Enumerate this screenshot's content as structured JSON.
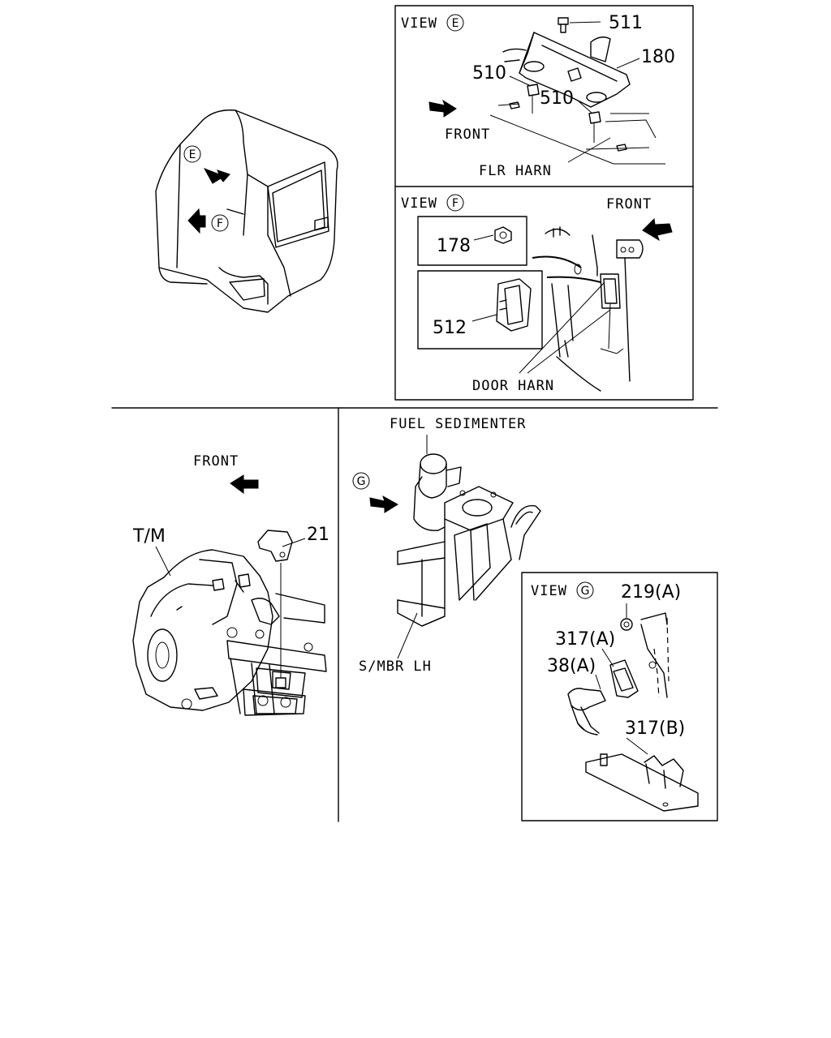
{
  "view_e": {
    "title": "VIEW",
    "letter": "E",
    "front_label": "FRONT",
    "harness_label": "FLR HARN",
    "part_511": "511",
    "part_180": "180",
    "part_510_a": "510",
    "part_510_b": "510"
  },
  "view_f": {
    "title": "VIEW",
    "letter": "F",
    "front_label": "FRONT",
    "harness_label": "DOOR HARN",
    "part_178": "178",
    "part_512": "512"
  },
  "cab": {
    "marker_e": "E",
    "marker_f": "F"
  },
  "transmission": {
    "front_label": "FRONT",
    "tm_label": "T/M",
    "part_21": "21"
  },
  "fuel": {
    "title": "FUEL SEDIMENTER",
    "marker_g": "G",
    "smbr_label": "S/MBR LH"
  },
  "view_g": {
    "title": "VIEW",
    "letter": "G",
    "part_219a": "219(A)",
    "part_317a": "317(A)",
    "part_38a": "38(A)",
    "part_317b": "317(B)"
  }
}
